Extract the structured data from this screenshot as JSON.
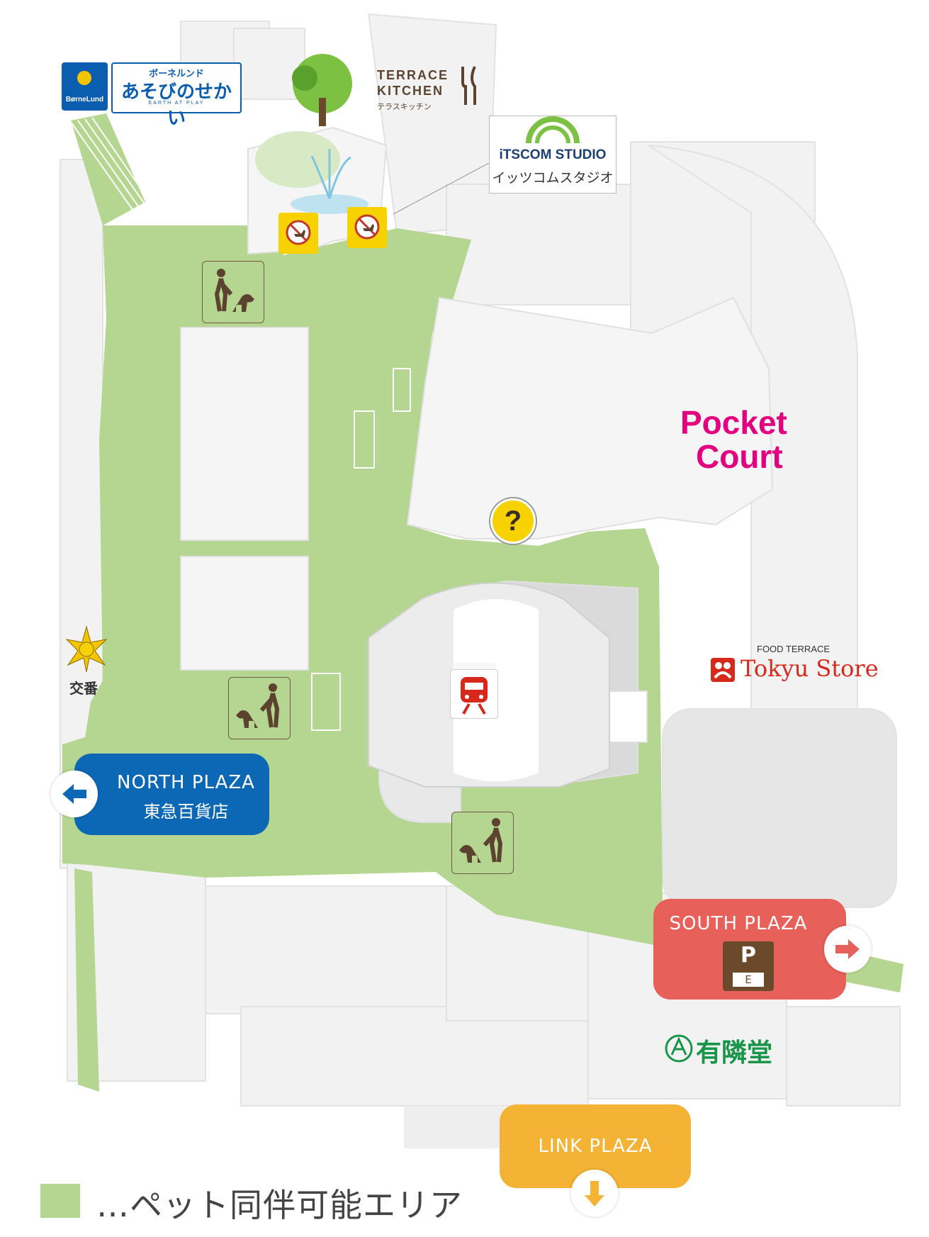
{
  "stores": {
    "bornelund_badge": "BørneLund",
    "bornelund_kana": "ボーネルンド",
    "bornelund_name": "あそびのせかい",
    "bornelund_tag": "EARTH AT PLAY",
    "terrace_line1": "TERRACE",
    "terrace_line2": "KITCHEN",
    "terrace_kana": "テラスキッチン",
    "itscom_line1": "iTSCOM STUDIO",
    "itscom_line2": "イッツコムスタジオ",
    "pocket_line1": "Pocket",
    "pocket_line2": "Court",
    "food_terrace": "FOOD TERRACE",
    "tokyu_store": "Tokyu Store",
    "yurindo": "有隣堂",
    "koban": "交番",
    "parking_sub": "E",
    "parking_letter": "P",
    "info_symbol": "?"
  },
  "plazas": {
    "north_line1": "NORTH PLAZA",
    "north_line2": "東急百貨店",
    "south": "SOUTH PLAZA",
    "link": "LINK PLAZA"
  },
  "legend": {
    "text": "…ペット同伴可能エリア"
  },
  "colors": {
    "pet_area": "#b5d690",
    "north": "#0c68b5",
    "south": "#e8605a",
    "link": "#f5b335",
    "pocket": "#e2007f",
    "tokyu": "#d7281c",
    "yurindo": "#19954a"
  }
}
